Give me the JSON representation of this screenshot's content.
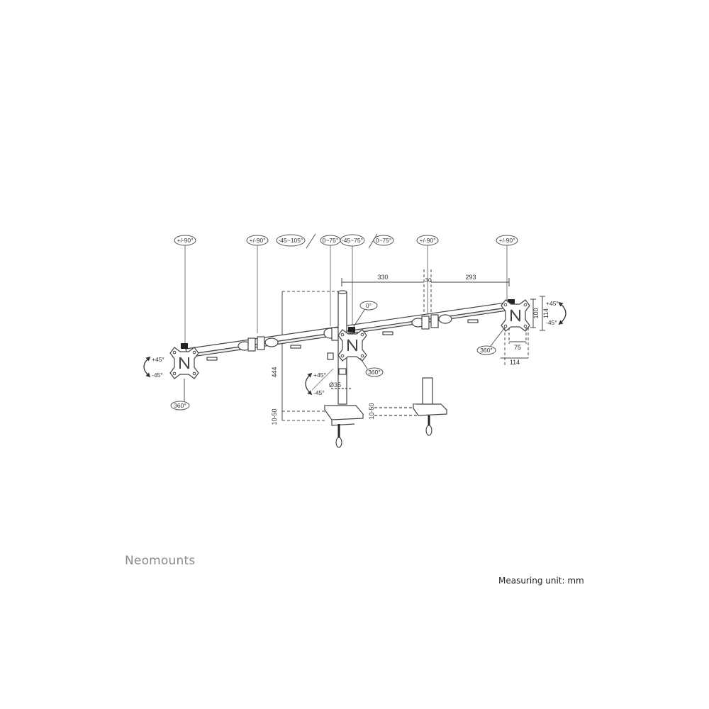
{
  "footer": {
    "brand": "Neomounts",
    "measuring_unit": "Measuring unit: mm"
  },
  "rotation_labels": {
    "top": [
      "+/-90°",
      "+/-90°",
      "-45~105°",
      "0~75°",
      "-45~75°",
      "0~75°",
      "+/-90°",
      "+/-90°"
    ],
    "center_head_tilt": "0°",
    "center_head_rotation": "360°",
    "left_head_tilt_up": "+45°",
    "left_head_tilt_down": "-45°",
    "left_head_rotation": "360°",
    "right_head_tilt_up": "+45°",
    "right_head_tilt_down": "-45°",
    "right_head_rotation": "360°",
    "pole_tilt_up": "+45°",
    "pole_tilt_down": "-45°"
  },
  "dimensions": {
    "arm_left_to_center": "330",
    "arm_gap": "30",
    "arm_center_to_right": "293",
    "pole_height": "444",
    "desk_thickness_clamp": "10-50",
    "desk_thickness_grommet": "10-50",
    "pole_diameter": "Ø35",
    "vesa_inner_height": "100",
    "vesa_outer_height": "114",
    "vesa_inner_width": "75",
    "vesa_outer_width": "114"
  },
  "colors": {
    "line": "#555555",
    "text": "#333333",
    "brand": "#8a8a8a"
  }
}
